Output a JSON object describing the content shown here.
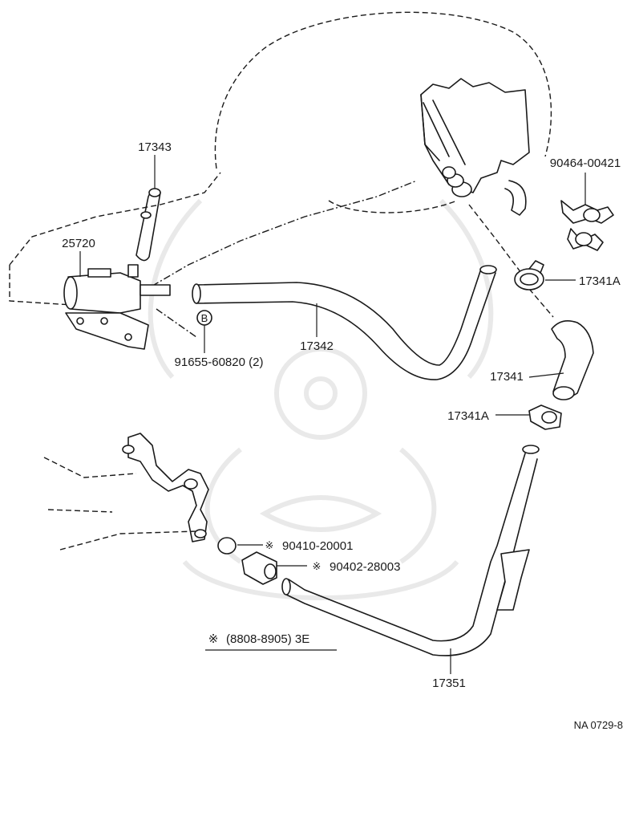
{
  "labels": {
    "p17343": "17343",
    "p25720": "25720",
    "p90464": "90464-00421",
    "p17341A_top": "17341A",
    "p17342": "17342",
    "p91655": "91655-60820 (2)",
    "p17341": "17341",
    "p17341A_bottom": "17341A",
    "p90410": "90410-20001",
    "p90402": "90402-28003",
    "note": "(8808-8905) 3E",
    "p17351": "17351",
    "fig_code": "NA  0729-8"
  },
  "marks": {
    "ref_symbol": "※",
    "bolt_marker": "B"
  },
  "colors": {
    "line": "#1a1a1a",
    "watermark": "#e9e9e9",
    "background": "#ffffff"
  }
}
